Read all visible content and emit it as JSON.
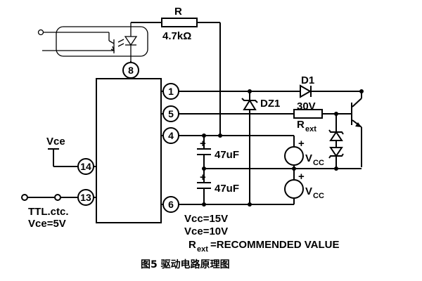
{
  "resistor_r": {
    "name": "R",
    "value": "4.7kΩ"
  },
  "driver_pins": [
    "8",
    "1",
    "5",
    "4",
    "6",
    "14",
    "13"
  ],
  "diode_d1": {
    "name": "D1",
    "rating": "30V"
  },
  "zener_dz1": {
    "name": "DZ1"
  },
  "gate_resistor": {
    "name": "R",
    "subscript": "ext"
  },
  "capacitors": [
    "47uF",
    "47uF"
  ],
  "sources": [
    {
      "name": "V",
      "subscript": "CC",
      "polarity": "+"
    },
    {
      "name": "V",
      "subscript": "CC",
      "polarity": "+"
    }
  ],
  "cap_polarity": "+",
  "vce_terminal": {
    "label": "Vce"
  },
  "ttl_input": {
    "line1": "TTL.ctc.",
    "line2": "Vce=5V"
  },
  "notes": {
    "vcc": "Vcc=15V",
    "vce": "Vce=10V",
    "rext_name": "R",
    "rext_sub": "ext",
    "rext_value": "=RECOMMENDED  VALUE"
  },
  "caption": "图5   驱动电路原理图"
}
